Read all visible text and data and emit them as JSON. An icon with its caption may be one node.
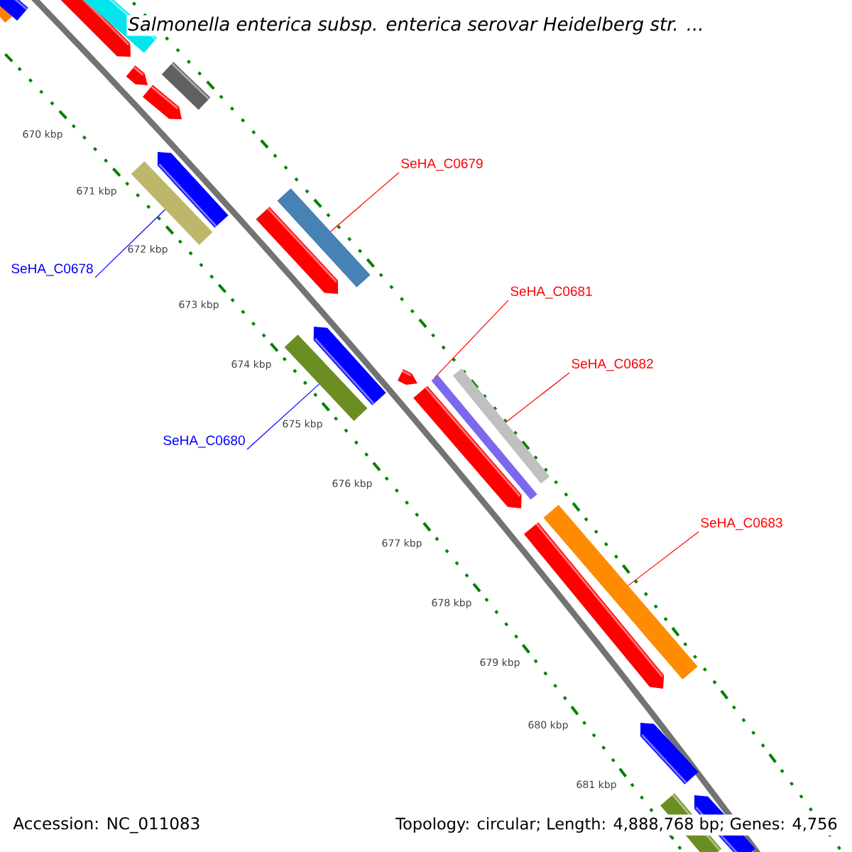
{
  "diagram": {
    "title": "*Salmonella enterica* subsp. *enterica* serovar *Heidelberg* str. ...",
    "nodes": [
      {
        "text": [
          "SeHA_C0679"
        ]
      },
      {
        "text": [
          "SeHA_C0678"
        ]
      },
      {
        "text": [
          "SeHA_C0681"
        ]
      },
      {
        "text": [
          "SeHA_C0682"
        ]
      },
      {
        "text": [
          "SeHA_C0680"
        ]
      },
      {
        "text": [
          "SeHA_C0683"
        ]
      },
      {
        "text": [],
        "shape": "bar"
      },
      {
        "text": [],
        "shape": "bar"
      },
      {
        "text": [],
        "shape": "bar"
      },
      {
        "text": [],
        "shape": "bar"
      },
      {
        "text": [],
        "shape": "bar"
      },
      {
        "text": [],
        "shape": "bar"
      }
    ],
    "edges": [
      {
        "from": 0,
        "to": 7,
        "arrow": "none"
      },
      {
        "from": 1,
        "to": 6,
        "arrow": "none",
        "color": "#0000ff"
      },
      {
        "from": 2,
        "to": 10,
        "arrow": "none"
      },
      {
        "from": 3,
        "to": 9,
        "arrow": "none"
      },
      {
        "from": 4,
        "to": 8,
        "arrow": "none",
        "color": "#0000ff"
      },
      {
        "from": 5,
        "to": 11,
        "arrow": "none"
      }
    ],
    "labels": [
      "670 kbp",
      "671 kbp",
      "672 kbp",
      "673 kbp",
      "674 kbp",
      "675 kbp",
      "676 kbp",
      "677 kbp",
      "678 kbp",
      "679 kbp",
      "680 kbp",
      "681 kbp",
      "Accession: NC_011083",
      "Topology: circular; Length: 4,888,768 bp; Genes: 4,756"
    ]
  }
}
